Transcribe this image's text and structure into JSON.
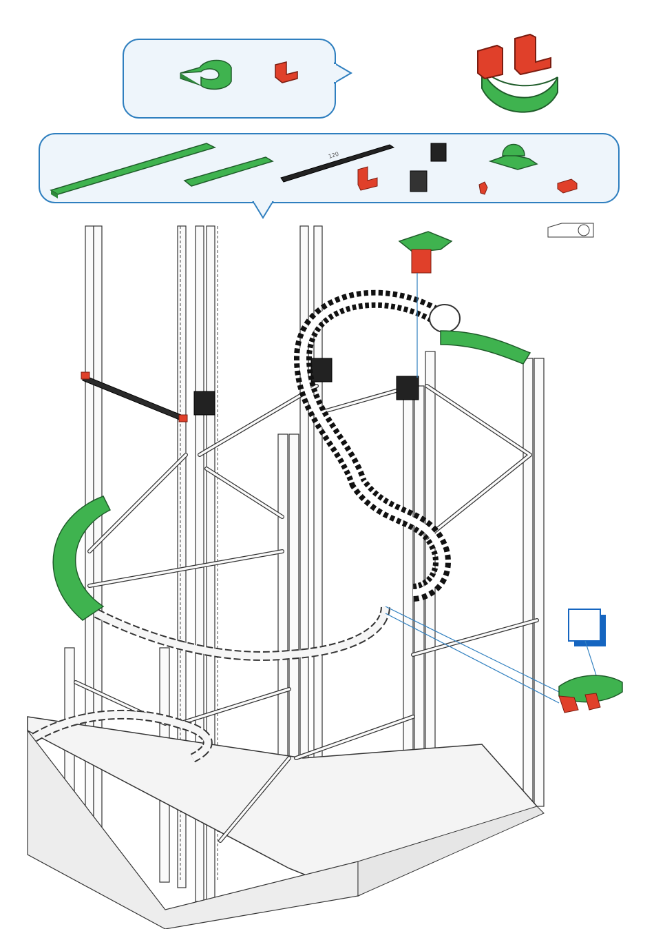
{
  "labels": {
    "rail_length": "120"
  },
  "colors": {
    "callout_border": "#2f7fbf",
    "callout_fill": "#eef5fb",
    "part_green": "#3fb34f",
    "part_red": "#e0402a",
    "part_black": "#222222",
    "frame_line": "#333333",
    "step_badge": "#1565c0"
  },
  "icons": {
    "subassembly_callout": "assembly-parts-panel",
    "parts_list": "parts-list-panel",
    "orientation_hint": "view-orientation-icon",
    "step_marker": "step-badge-icon"
  }
}
